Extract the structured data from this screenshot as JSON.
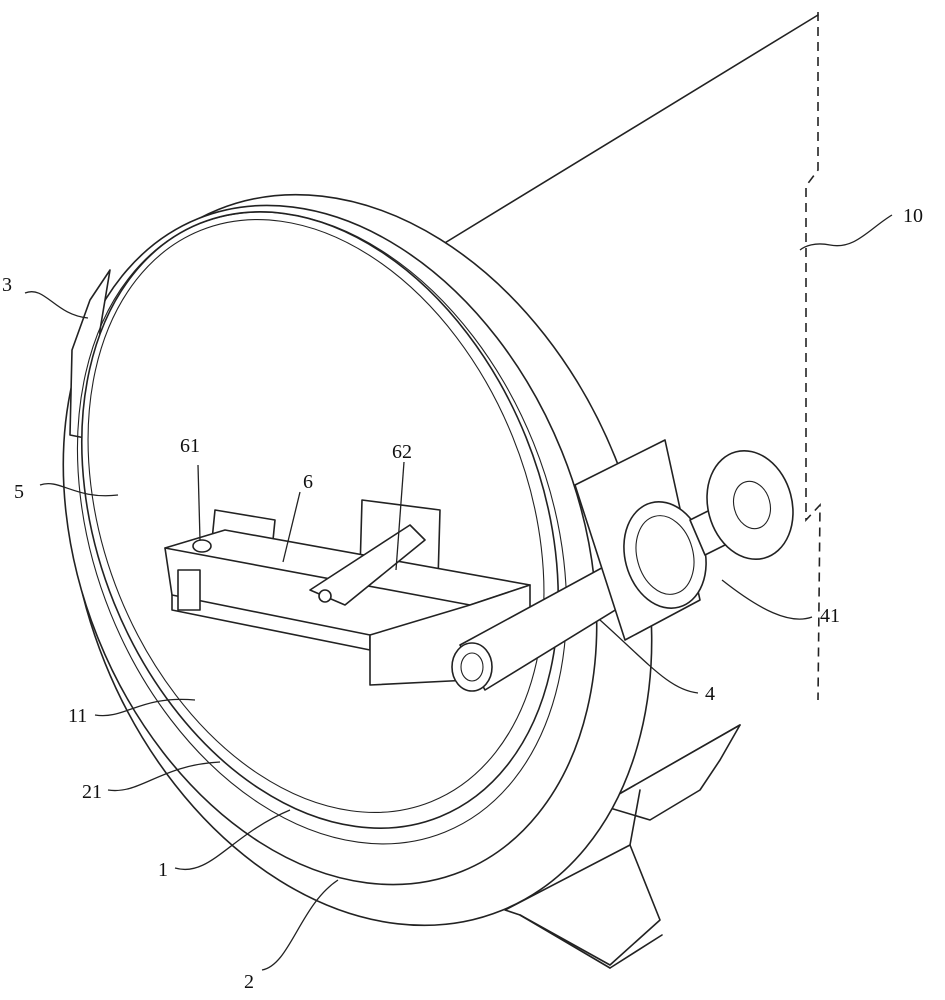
{
  "labels": {
    "l3": "3",
    "l5": "5",
    "l61": "61",
    "l6": "6",
    "l62": "62",
    "l10": "10",
    "l41": "41",
    "l4": "4",
    "l11": "11",
    "l21": "21",
    "l1": "1",
    "l2": "2"
  },
  "colors": {
    "ink": "#222222",
    "paper": "#ffffff"
  }
}
